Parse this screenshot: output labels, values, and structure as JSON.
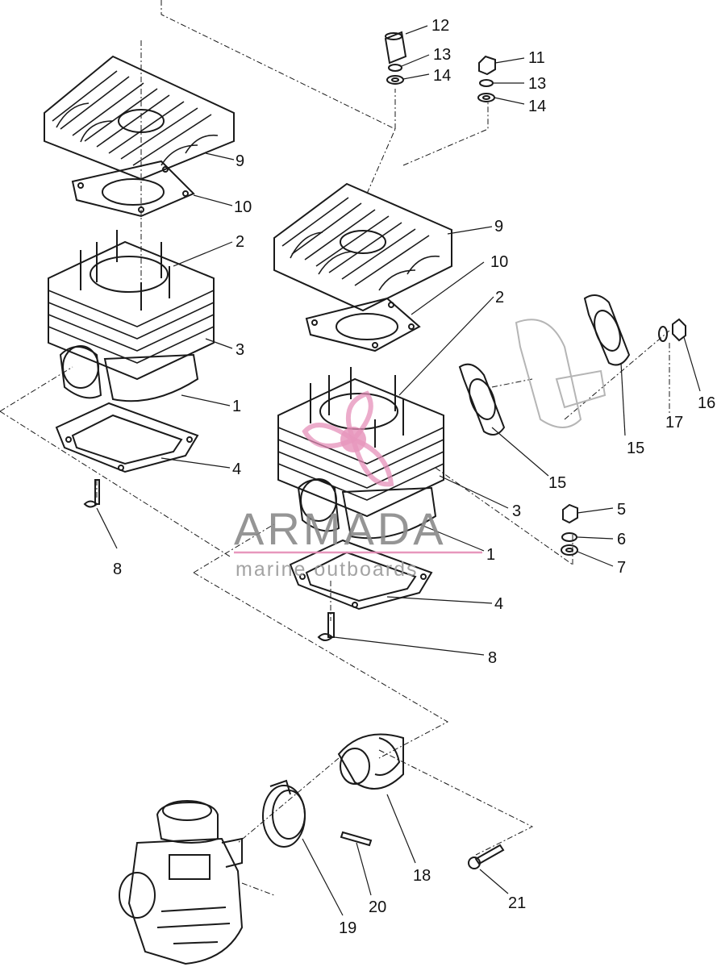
{
  "watermark": {
    "brand": "ARMADA",
    "tagline": "marine outboards",
    "accent_color": "#e58cb6",
    "text_color": "#8a8a8a"
  },
  "callouts": [
    {
      "id": "c12",
      "label": "12"
    },
    {
      "id": "c13a",
      "label": "13"
    },
    {
      "id": "c14a",
      "label": "14"
    },
    {
      "id": "c11",
      "label": "11"
    },
    {
      "id": "c13b",
      "label": "13"
    },
    {
      "id": "c14b",
      "label": "14"
    },
    {
      "id": "c9a",
      "label": "9"
    },
    {
      "id": "c10a",
      "label": "10"
    },
    {
      "id": "c2a",
      "label": "2"
    },
    {
      "id": "c3a",
      "label": "3"
    },
    {
      "id": "c1a",
      "label": "1"
    },
    {
      "id": "c4a",
      "label": "4"
    },
    {
      "id": "c8a",
      "label": "8"
    },
    {
      "id": "c9b",
      "label": "9"
    },
    {
      "id": "c10b",
      "label": "10"
    },
    {
      "id": "c2b",
      "label": "2"
    },
    {
      "id": "c15a",
      "label": "15"
    },
    {
      "id": "c16",
      "label": "16"
    },
    {
      "id": "c17",
      "label": "17"
    },
    {
      "id": "c15b",
      "label": "15"
    },
    {
      "id": "c3b",
      "label": "3"
    },
    {
      "id": "c5",
      "label": "5"
    },
    {
      "id": "c6",
      "label": "6"
    },
    {
      "id": "c7",
      "label": "7"
    },
    {
      "id": "c1b",
      "label": "1"
    },
    {
      "id": "c4b",
      "label": "4"
    },
    {
      "id": "c8b",
      "label": "8"
    },
    {
      "id": "c18",
      "label": "18"
    },
    {
      "id": "c19",
      "label": "19"
    },
    {
      "id": "c20",
      "label": "20"
    },
    {
      "id": "c21",
      "label": "21"
    }
  ]
}
